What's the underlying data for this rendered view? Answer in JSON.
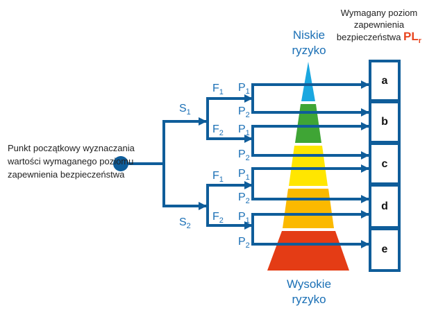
{
  "header": {
    "title_line1": "Wymagany poziom",
    "title_line2": "zapewnienia",
    "title_line3": "bezpieczeństwa",
    "pl_main": "PL",
    "pl_sub": "r"
  },
  "start_point": {
    "label": "Punkt początkowy wyznaczania wartości wymaganego poziomu zapewnienia  bezpieczeństwa",
    "icon": "start-dot"
  },
  "risk": {
    "low": [
      "Niskie",
      "ryzyko"
    ],
    "high": [
      "Wysokie",
      "ryzyko"
    ]
  },
  "branches": {
    "S": [
      {
        "main": "S",
        "sub": "1"
      },
      {
        "main": "S",
        "sub": "2"
      }
    ],
    "F": [
      {
        "main": "F",
        "sub": "1"
      },
      {
        "main": "F",
        "sub": "2"
      }
    ],
    "P": [
      {
        "main": "P",
        "sub": "1"
      },
      {
        "main": "P",
        "sub": "2"
      }
    ]
  },
  "levels": [
    "a",
    "b",
    "c",
    "d",
    "e"
  ],
  "pyramid_colors": [
    "#1aa7e0",
    "#3fa535",
    "#ffe600",
    "#fbb900",
    "#e43c15"
  ],
  "colors": {
    "line": "#0f5d9a",
    "label": "#1a6fb5",
    "accent": "#e8451f"
  }
}
